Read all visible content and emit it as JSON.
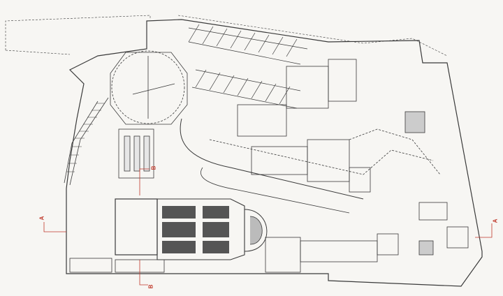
{
  "drawing": {
    "type": "architectural floor plan",
    "line_color": "#3a3a3a",
    "section_marker_color": "#c0392b"
  },
  "section_markers": {
    "a_left": "A",
    "a_right": "A",
    "b_top": "B",
    "b_bottom": "B"
  }
}
